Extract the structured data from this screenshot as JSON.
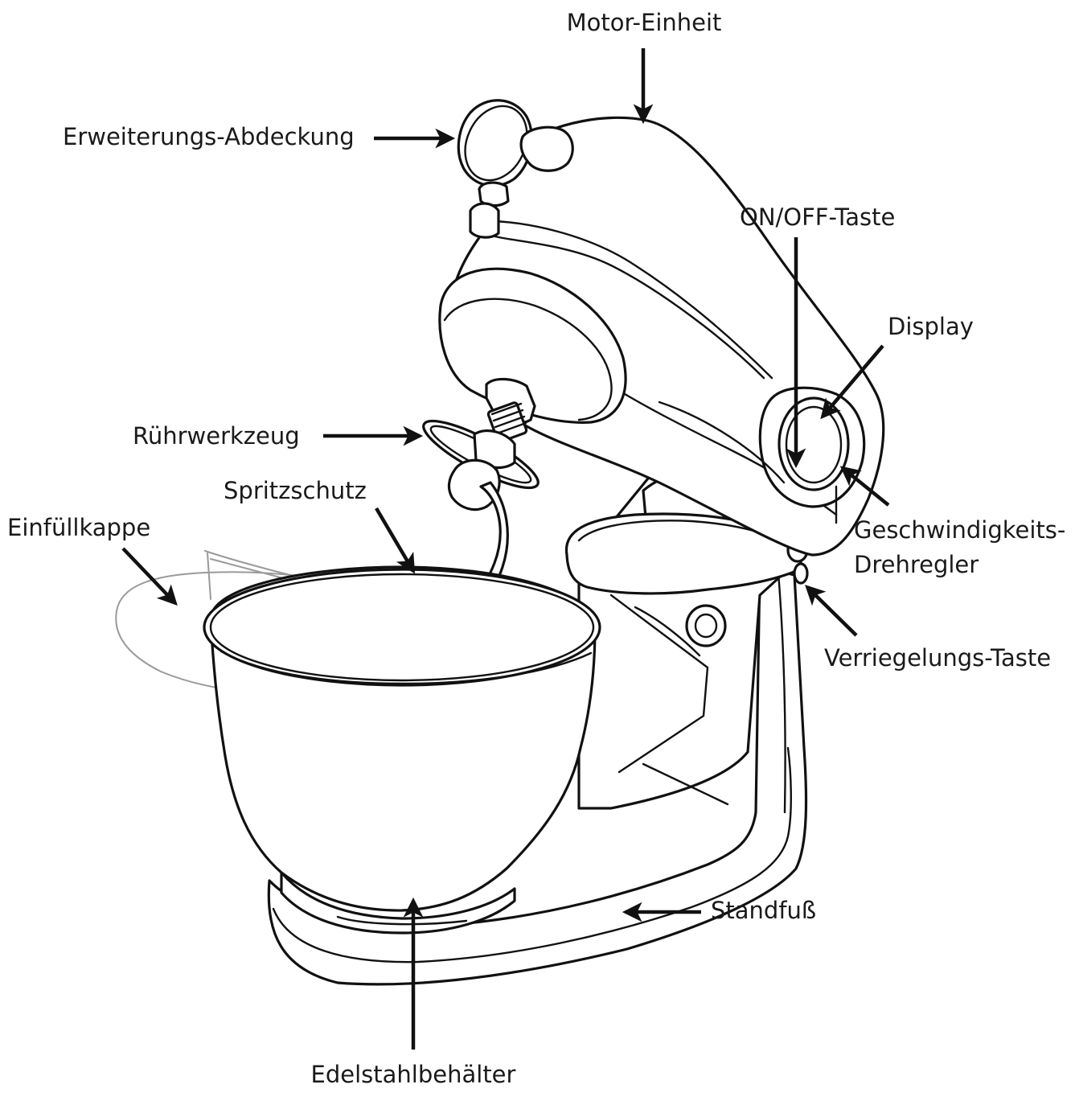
{
  "labels": {
    "motor_unit": "Motor-Einheit",
    "extension_cover": "Erweiterungs-Abdeckung",
    "on_off_button": "ON/OFF-Taste",
    "display": "Display",
    "mixing_tool": "Rührwerkzeug",
    "splash_guard": "Spritzschutz",
    "filler_cap": "Einfüllkappe",
    "speed_knob_line1": "Geschwindigkeits-",
    "speed_knob_line2": "Drehregler",
    "lock_button": "Verriegelungs-Taste",
    "base": "Standfuß",
    "bowl": "Edelstahlbehälter"
  }
}
